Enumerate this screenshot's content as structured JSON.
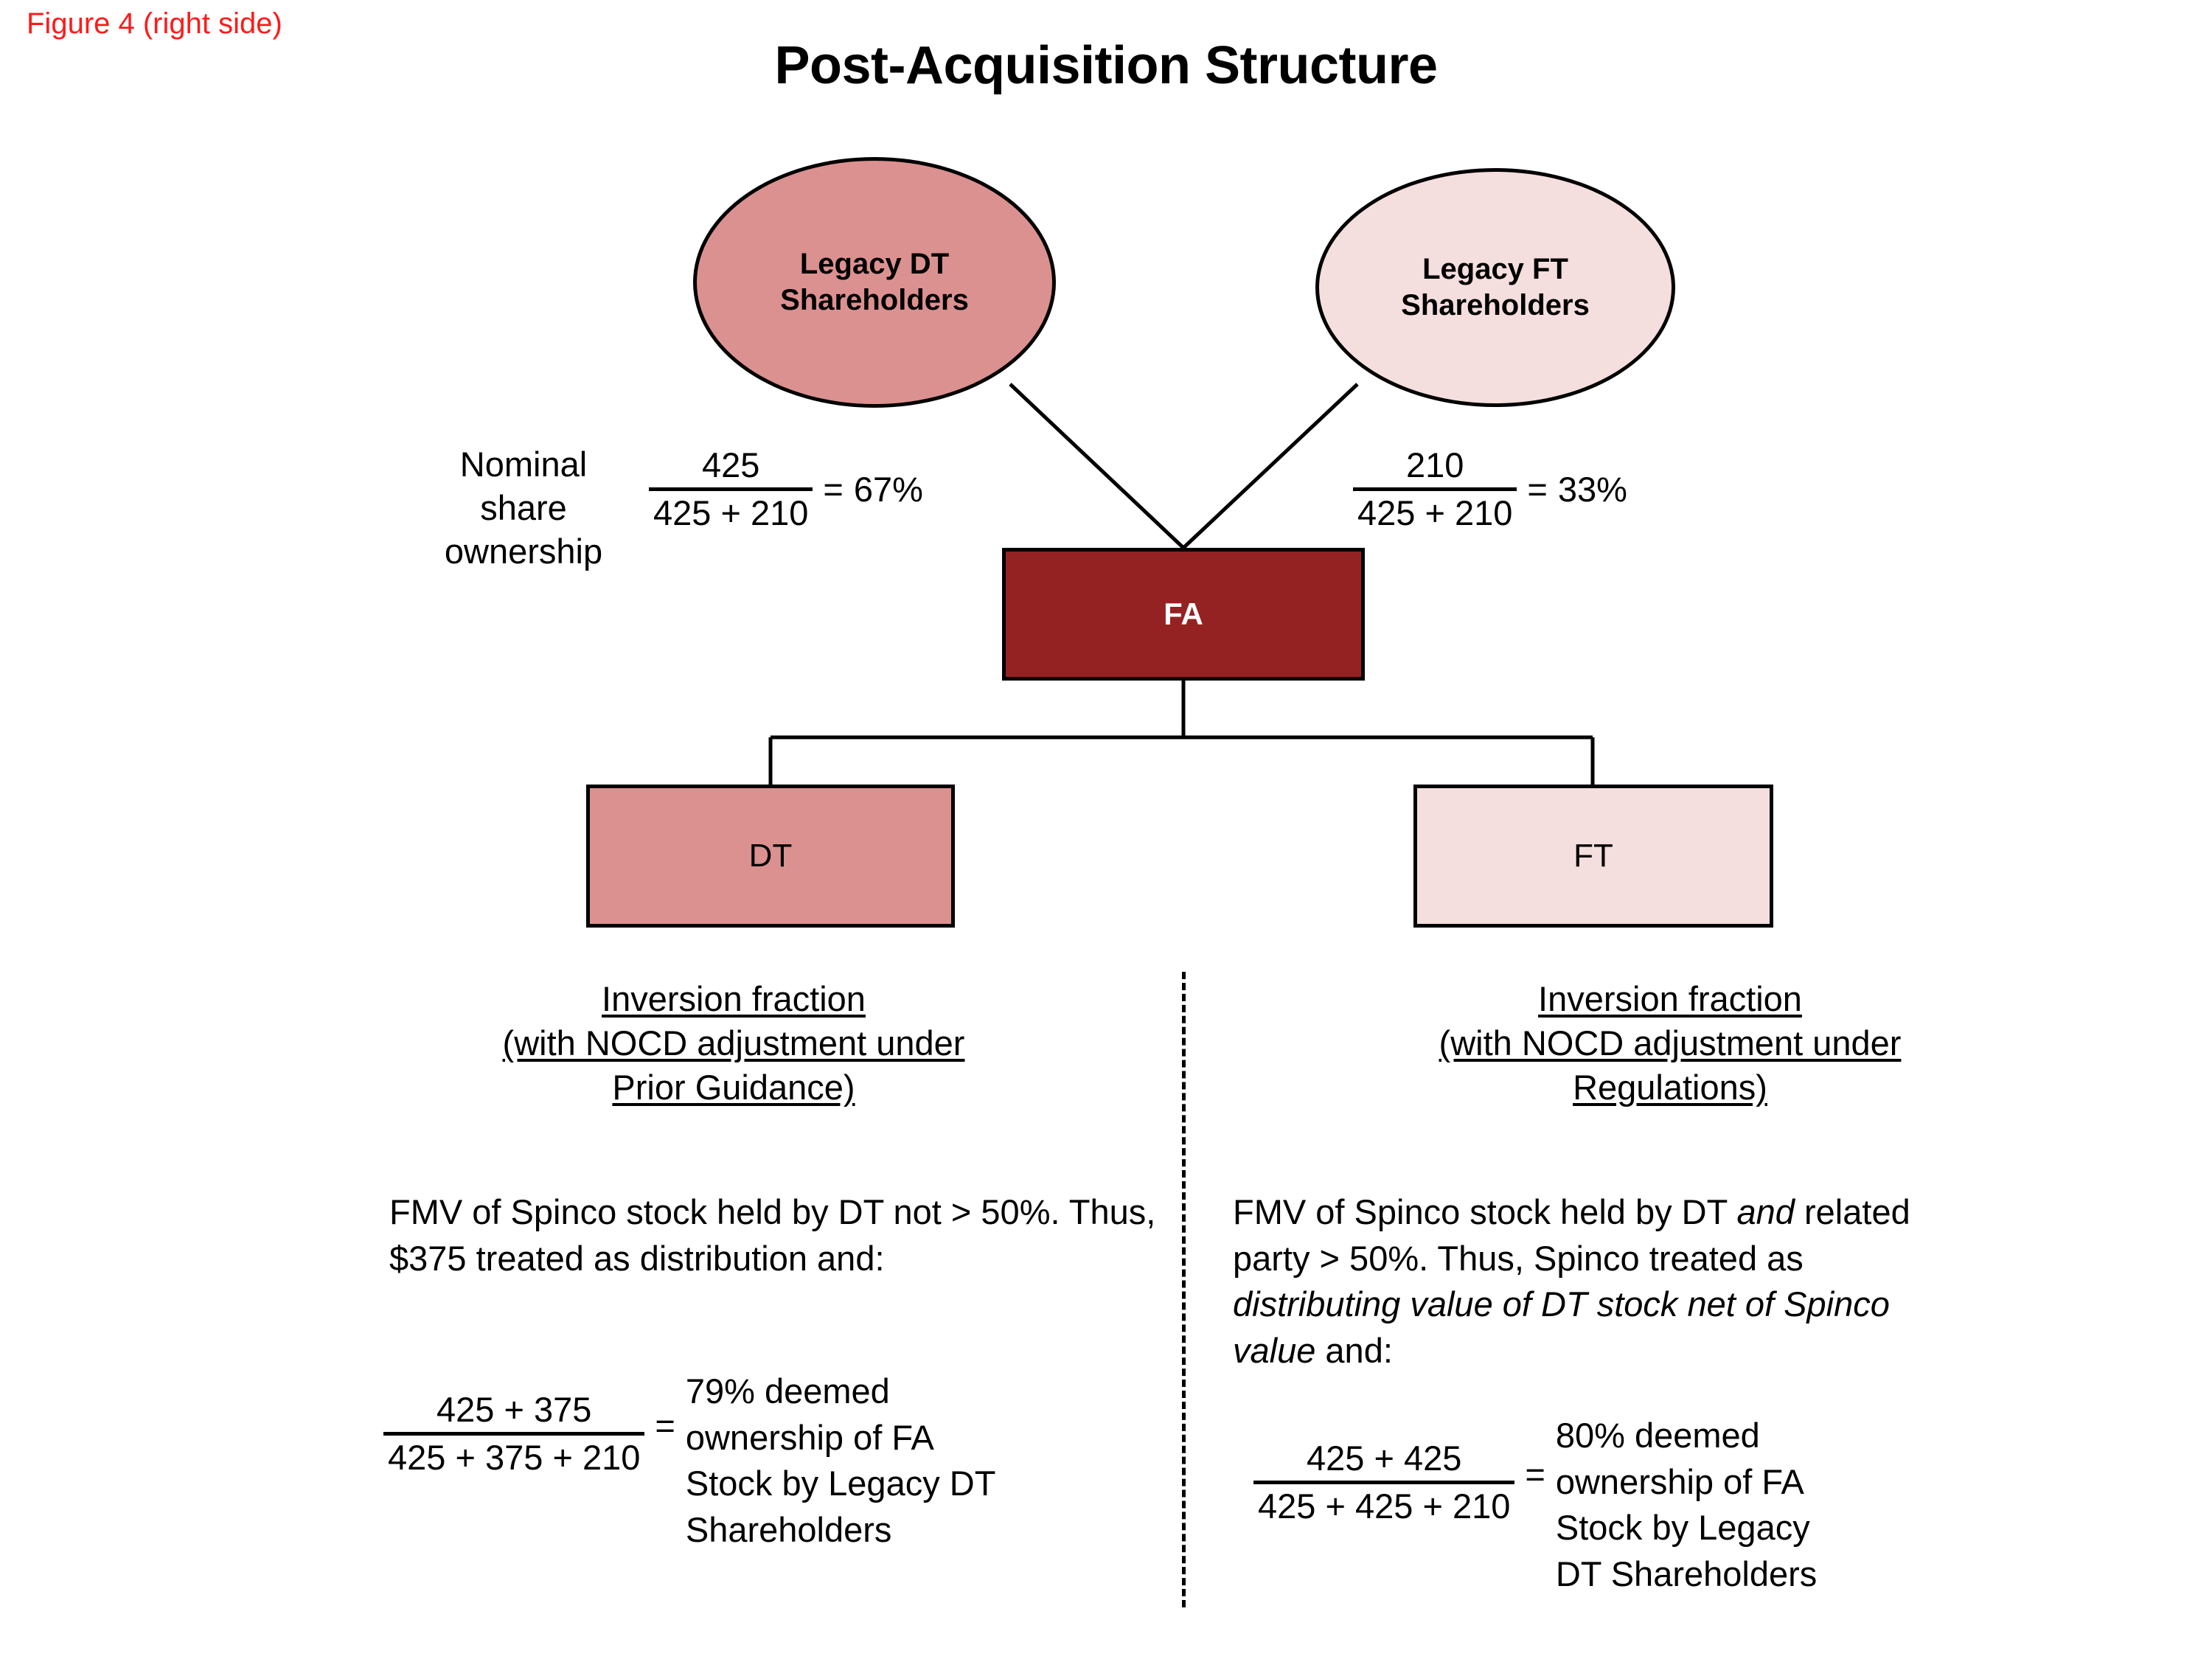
{
  "figure_label": "Figure 4 (right side)",
  "title": "Post-Acquisition Structure",
  "nodes": {
    "ellipse_left": "Legacy DT\nShareholders",
    "ellipse_right": "Legacy FT\nShareholders",
    "box_parent": "FA",
    "box_left": "DT",
    "box_right": "FT"
  },
  "colors": {
    "legacy_dt_fill": "#db9190",
    "legacy_ft_fill": "#f5dede",
    "fa_fill": "#952222",
    "figure_label": "#ff1a1a",
    "outline": "#000000"
  },
  "nominal": {
    "label": "Nominal\nshare\nownership",
    "left": {
      "numerator": "425",
      "denominator": "425 + 210",
      "equals": "=",
      "result": "67%"
    },
    "right": {
      "numerator": "210",
      "denominator": "425 + 210",
      "equals": "=",
      "result": "33%"
    }
  },
  "panels": {
    "left": {
      "heading_lines": [
        "Inversion fraction",
        "(with NOCD adjustment under",
        "Prior Guidance)"
      ],
      "body_text": "FMV of Spinco stock held by DT not > 50%. Thus, $375 treated as distribution and:",
      "equation": {
        "numerator": "425 + 375",
        "denominator": "425 + 375 + 210",
        "equals": "=",
        "result": "79% deemed\nownership of FA\nStock by Legacy DT\nShareholders"
      }
    },
    "right": {
      "heading_lines": [
        "Inversion fraction",
        "(with NOCD adjustment under",
        "Regulations)"
      ],
      "body_parts": [
        {
          "text": "FMV of Spinco stock held by DT ",
          "italic": false
        },
        {
          "text": "and",
          "italic": true
        },
        {
          "text": " related party > 50%. Thus, Spinco treated as ",
          "italic": false
        },
        {
          "text": "distributing value of DT stock net of Spinco value",
          "italic": true
        },
        {
          "text": " and:",
          "italic": false
        }
      ],
      "equation": {
        "numerator": "425 + 425",
        "denominator": "425 + 425 + 210",
        "equals": "=",
        "result": "80% deemed\nownership of FA\nStock by Legacy\nDT Shareholders"
      }
    }
  }
}
